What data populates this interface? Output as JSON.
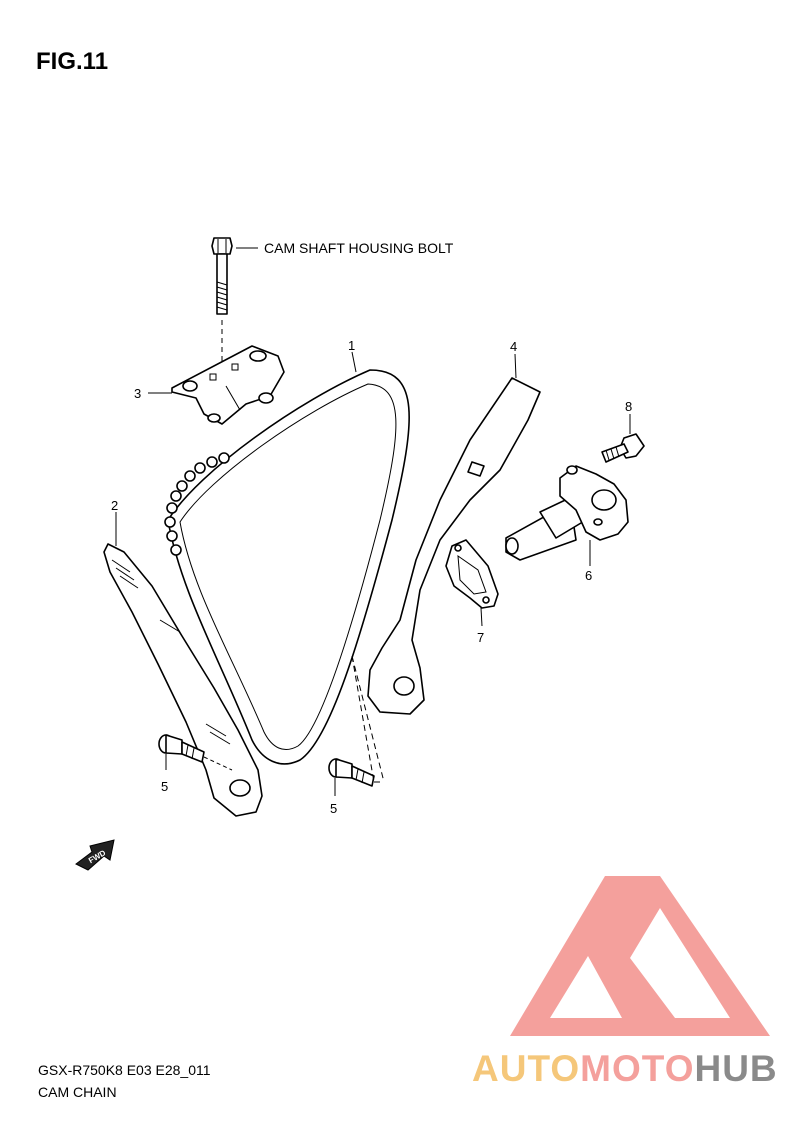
{
  "figure": {
    "title": "FIG.11"
  },
  "callouts": {
    "cam_shaft_housing_bolt": "CAM SHAFT HOUSING BOLT"
  },
  "part_labels": {
    "chain": "1",
    "guide_rear": "2",
    "housing_bracket": "3",
    "guide_front": "4",
    "bolt_left": "5",
    "bolt_right": "5",
    "tensioner": "6",
    "gasket": "7",
    "tensioner_bolt": "8"
  },
  "direction_badge": "FWD",
  "footer": {
    "model_code": "GSX-R750K8 E03 E28_011",
    "caption": "CAM CHAIN"
  },
  "watermark": {
    "word_1": "AUTO",
    "word_2": "MOTO",
    "word_3": "HUB",
    "colors": {
      "triangle": "#f4a09c",
      "auto": "#f5c77a",
      "moto": "#f4a09c",
      "hub": "#8a8a8a"
    }
  }
}
